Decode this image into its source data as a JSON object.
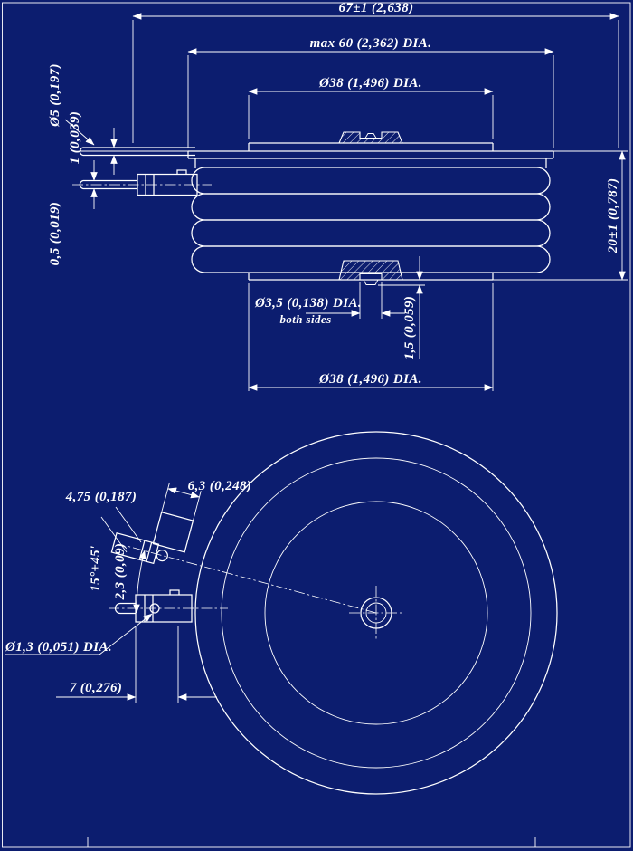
{
  "document": {
    "type": "package-outline-engineering-drawing",
    "views": [
      "side-section-view",
      "bottom-plan-view"
    ]
  },
  "colors": {
    "background": "#0c1d6f",
    "line": "#ffffff",
    "text": "#ffffff"
  },
  "side_view": {
    "dims": {
      "overall_width": "67±1 (2,638)",
      "max_dia": "max 60 (2,362) DIA.",
      "pole_dia_top": "Ø38 (1,496) DIA.",
      "lead_dia": "Ø5 (0,197)",
      "lead_thickness": "1 (0,039)",
      "lead_offset": "0,5 (0,019)",
      "height": "20±1 (0,787)",
      "pip_dia": "Ø3,5 (0,138) DIA.",
      "pip_note": "both sides",
      "pip_depth": "1,5 (0,059)",
      "pole_dia_bottom": "Ø38 (1,496) DIA."
    }
  },
  "bottom_view": {
    "dims": {
      "tab_width": "6,3 (0,248)",
      "tab_length": "4,75 (0,187)",
      "lead_angle": "15°±45'",
      "lead_width": "2,3 (0,09)",
      "hole_dia": "Ø1,3 (0,051) DIA.",
      "terminal_width": "7 (0,276)"
    }
  }
}
